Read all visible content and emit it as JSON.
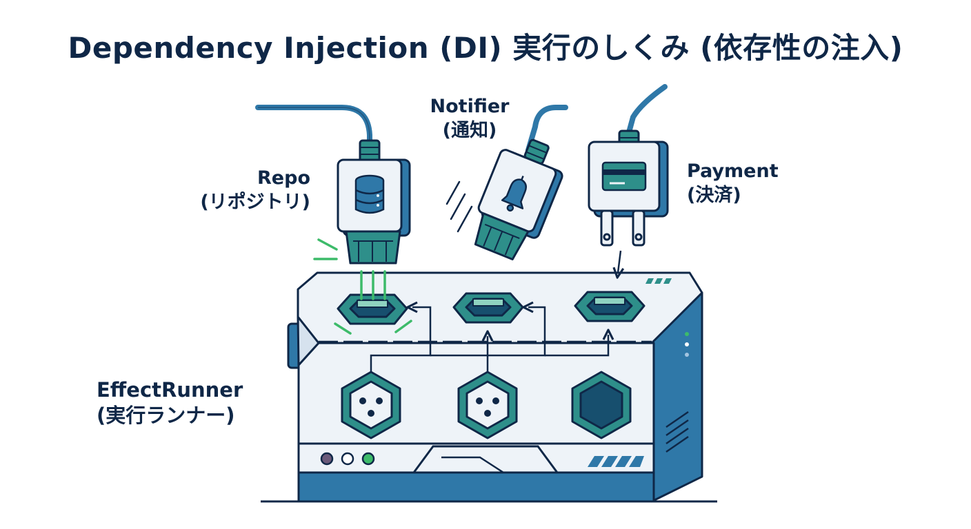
{
  "title": "Dependency Injection (DI) 実行のしくみ (依存性の注入)",
  "labels": {
    "repo": {
      "name": "Repo",
      "sub": "(リポジトリ)"
    },
    "notifier": {
      "name": "Notifier",
      "sub": "(通知)"
    },
    "payment": {
      "name": "Payment",
      "sub": "(決済)"
    },
    "runner": {
      "name": "EffectRunner",
      "sub": "(実行ランナー)"
    }
  },
  "icons": {
    "repo_plug": "database-icon",
    "notifier_plug": "bell-icon",
    "payment_plug": "credit-card-icon"
  },
  "colors": {
    "navy": "#0f2747",
    "blue": "#2f78a8",
    "teal": "#2e8f8a",
    "green": "#3dbb6a",
    "panel": "#eef3f8"
  }
}
